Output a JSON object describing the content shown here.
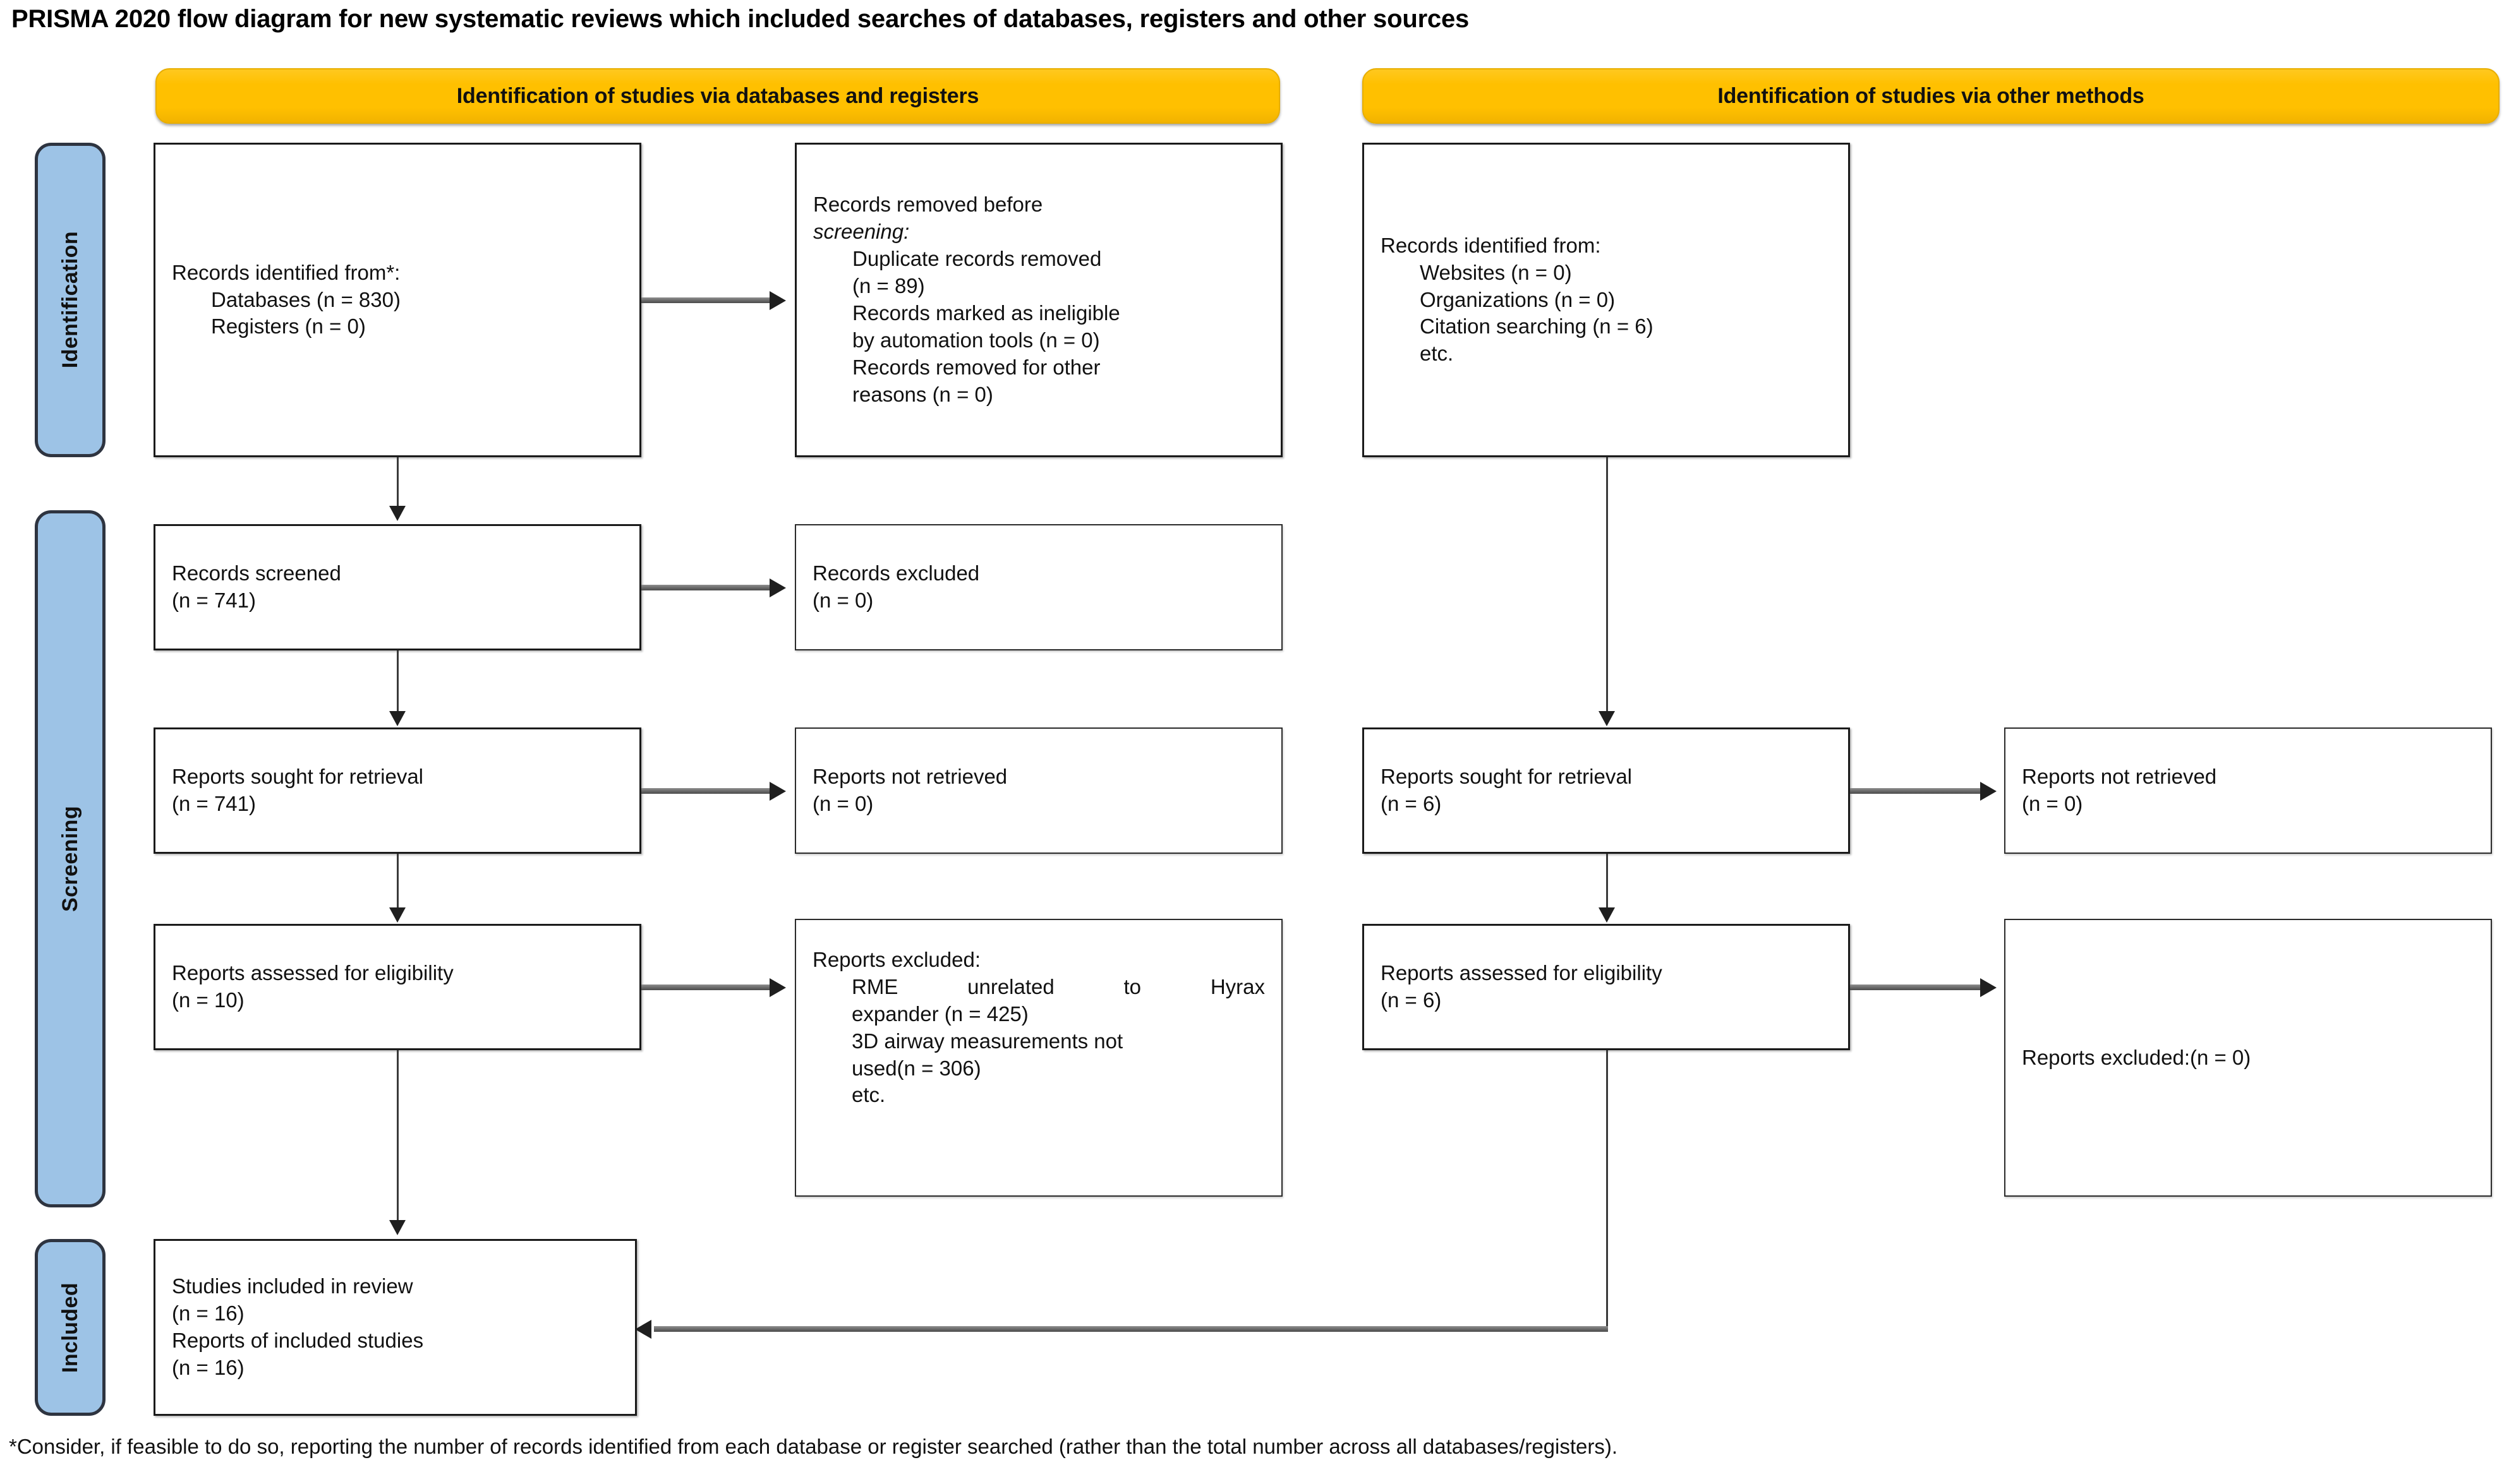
{
  "title": "PRISMA 2020 flow diagram for new systematic reviews which included searches of databases, registers and other sources",
  "colors": {
    "header_yellow": "#FFC000",
    "stage_blue": "#9DC3E6",
    "box_border": "#1a1a1a",
    "text": "#111111"
  },
  "headers": {
    "left": "Identification of studies via databases and registers",
    "right": "Identification of studies via other methods"
  },
  "stages": {
    "identification": "Identification",
    "screening": "Screening",
    "included": "Included"
  },
  "boxes": {
    "records_identified": {
      "lines": [
        "Records identified from*:",
        "Databases (n = 830)",
        "Registers (n = 0)"
      ]
    },
    "records_removed": {
      "lines": [
        "Records removed before",
        "screening:",
        "Duplicate records removed",
        "(n = 89)",
        "Records marked as ineligible",
        "by automation tools (n = 0)",
        "Records removed for other",
        "reasons (n = 0)"
      ]
    },
    "records_screened": {
      "lines": [
        "Records screened",
        "(n = 741)"
      ]
    },
    "records_excluded": {
      "lines": [
        "Records excluded",
        "(n = 0)"
      ]
    },
    "reports_sought": {
      "lines": [
        "Reports sought for retrieval",
        "(n = 741)"
      ]
    },
    "reports_not_retrieved": {
      "lines": [
        "Reports not retrieved",
        "(n = 0)"
      ]
    },
    "reports_assessed": {
      "lines": [
        "Reports assessed for eligibility",
        "(n = 10)"
      ]
    },
    "reports_excluded": {
      "lines": [
        "Reports excluded:",
        "RME unrelated to Hyrax",
        "expander (n = 425)",
        "3D airway measurements not",
        "used(n = 306)",
        "etc."
      ]
    },
    "studies_included": {
      "lines": [
        "Studies included in review",
        "(n = 16)",
        "Reports of included studies",
        "(n = 16)"
      ]
    },
    "other_records_identified": {
      "lines": [
        "Records identified from:",
        "Websites (n = 0)",
        "Organizations (n = 0)",
        "Citation searching (n = 6)",
        "etc."
      ]
    },
    "other_reports_sought": {
      "lines": [
        "Reports sought for retrieval",
        "(n = 6)"
      ]
    },
    "other_reports_not_retrieved": {
      "lines": [
        "Reports not retrieved",
        "(n = 0)"
      ]
    },
    "other_reports_assessed": {
      "lines": [
        "Reports assessed for eligibility",
        "(n = 6)"
      ]
    },
    "other_reports_excluded": {
      "lines": [
        "Reports excluded:(n = 0)"
      ]
    }
  },
  "footnote": "*Consider, if feasible to do so, reporting the number of records identified from each database or register searched (rather than the total number across all databases/registers)."
}
